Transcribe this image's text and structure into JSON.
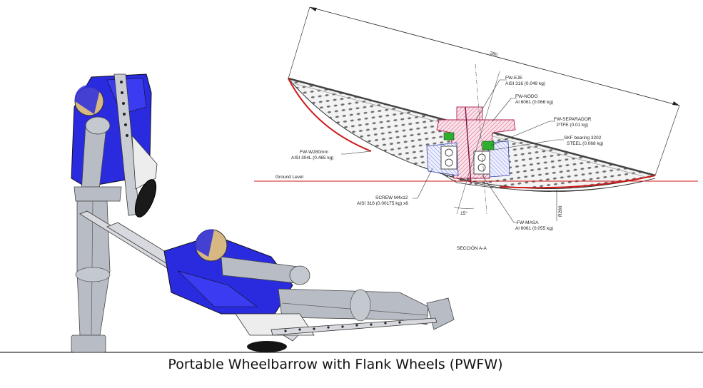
{
  "caption": "Portable Wheelbarrow with  Flank Wheels (PWFW)",
  "section": {
    "dim_diameter": "280",
    "dim_radius": "R280",
    "angle": "15°",
    "ground": "Ground Level",
    "section_title": "SECCIÓN A-A",
    "labels": {
      "eje_name": "FW-EJE",
      "eje_spec": "AISI 316 (0.049 kg)",
      "nodo_name": "FW-NODO",
      "nodo_spec": "Al 6061 (0.066 kg)",
      "separador_name": "FW-SEPARADOR",
      "separador_spec": "PTFE (0.01 kg)",
      "bearing_name": "SKF bearing  3202",
      "bearing_spec": "STEEL (0.068 kg)",
      "wheel_name": "FW-W280mm",
      "wheel_spec": "AISI 304L (0.465 kg)",
      "screw_name": "SCREW M4x12",
      "screw_spec": "AISI 316 (0.00175 kg)  x6",
      "masa_name": "FW-MASA",
      "masa_spec": "Al 6061 (0.055 kg)"
    }
  },
  "colors": {
    "suit_blue": "#2a2adf",
    "suit_grey": "#b8bcc4",
    "helmet": "#d8b882",
    "frame": "#c9ccd2",
    "red": "#cc1a1a",
    "green": "#2fae2f",
    "pink": "#e07a9a"
  }
}
